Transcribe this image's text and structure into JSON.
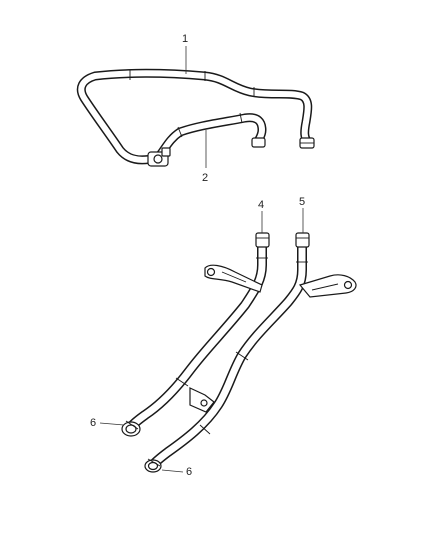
{
  "callouts": [
    {
      "id": "1",
      "text": "1"
    },
    {
      "id": "2",
      "text": "2"
    },
    {
      "id": "4",
      "text": "4"
    },
    {
      "id": "5",
      "text": "5"
    },
    {
      "id": "6a",
      "text": "6"
    },
    {
      "id": "6b",
      "text": "6"
    }
  ]
}
